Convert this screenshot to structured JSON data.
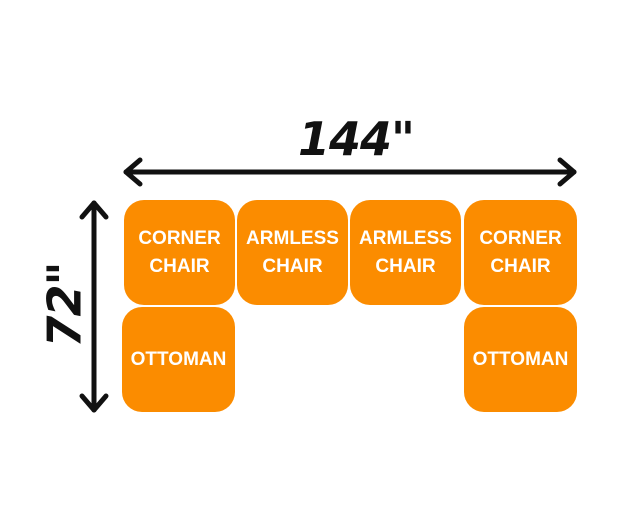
{
  "dimensions": {
    "width_label": "144\"",
    "depth_label": "72\""
  },
  "pieces": [
    {
      "label": "CORNER\nCHAIR"
    },
    {
      "label": "ARMLESS\nCHAIR"
    },
    {
      "label": "ARMLESS\nCHAIR"
    },
    {
      "label": "CORNER\nCHAIR"
    },
    {
      "label": "OTTOMAN"
    },
    {
      "label": "OTTOMAN"
    }
  ],
  "colors": {
    "piece": "#FB8C00",
    "arrow": "#111111",
    "text": "#FFFFFF"
  }
}
